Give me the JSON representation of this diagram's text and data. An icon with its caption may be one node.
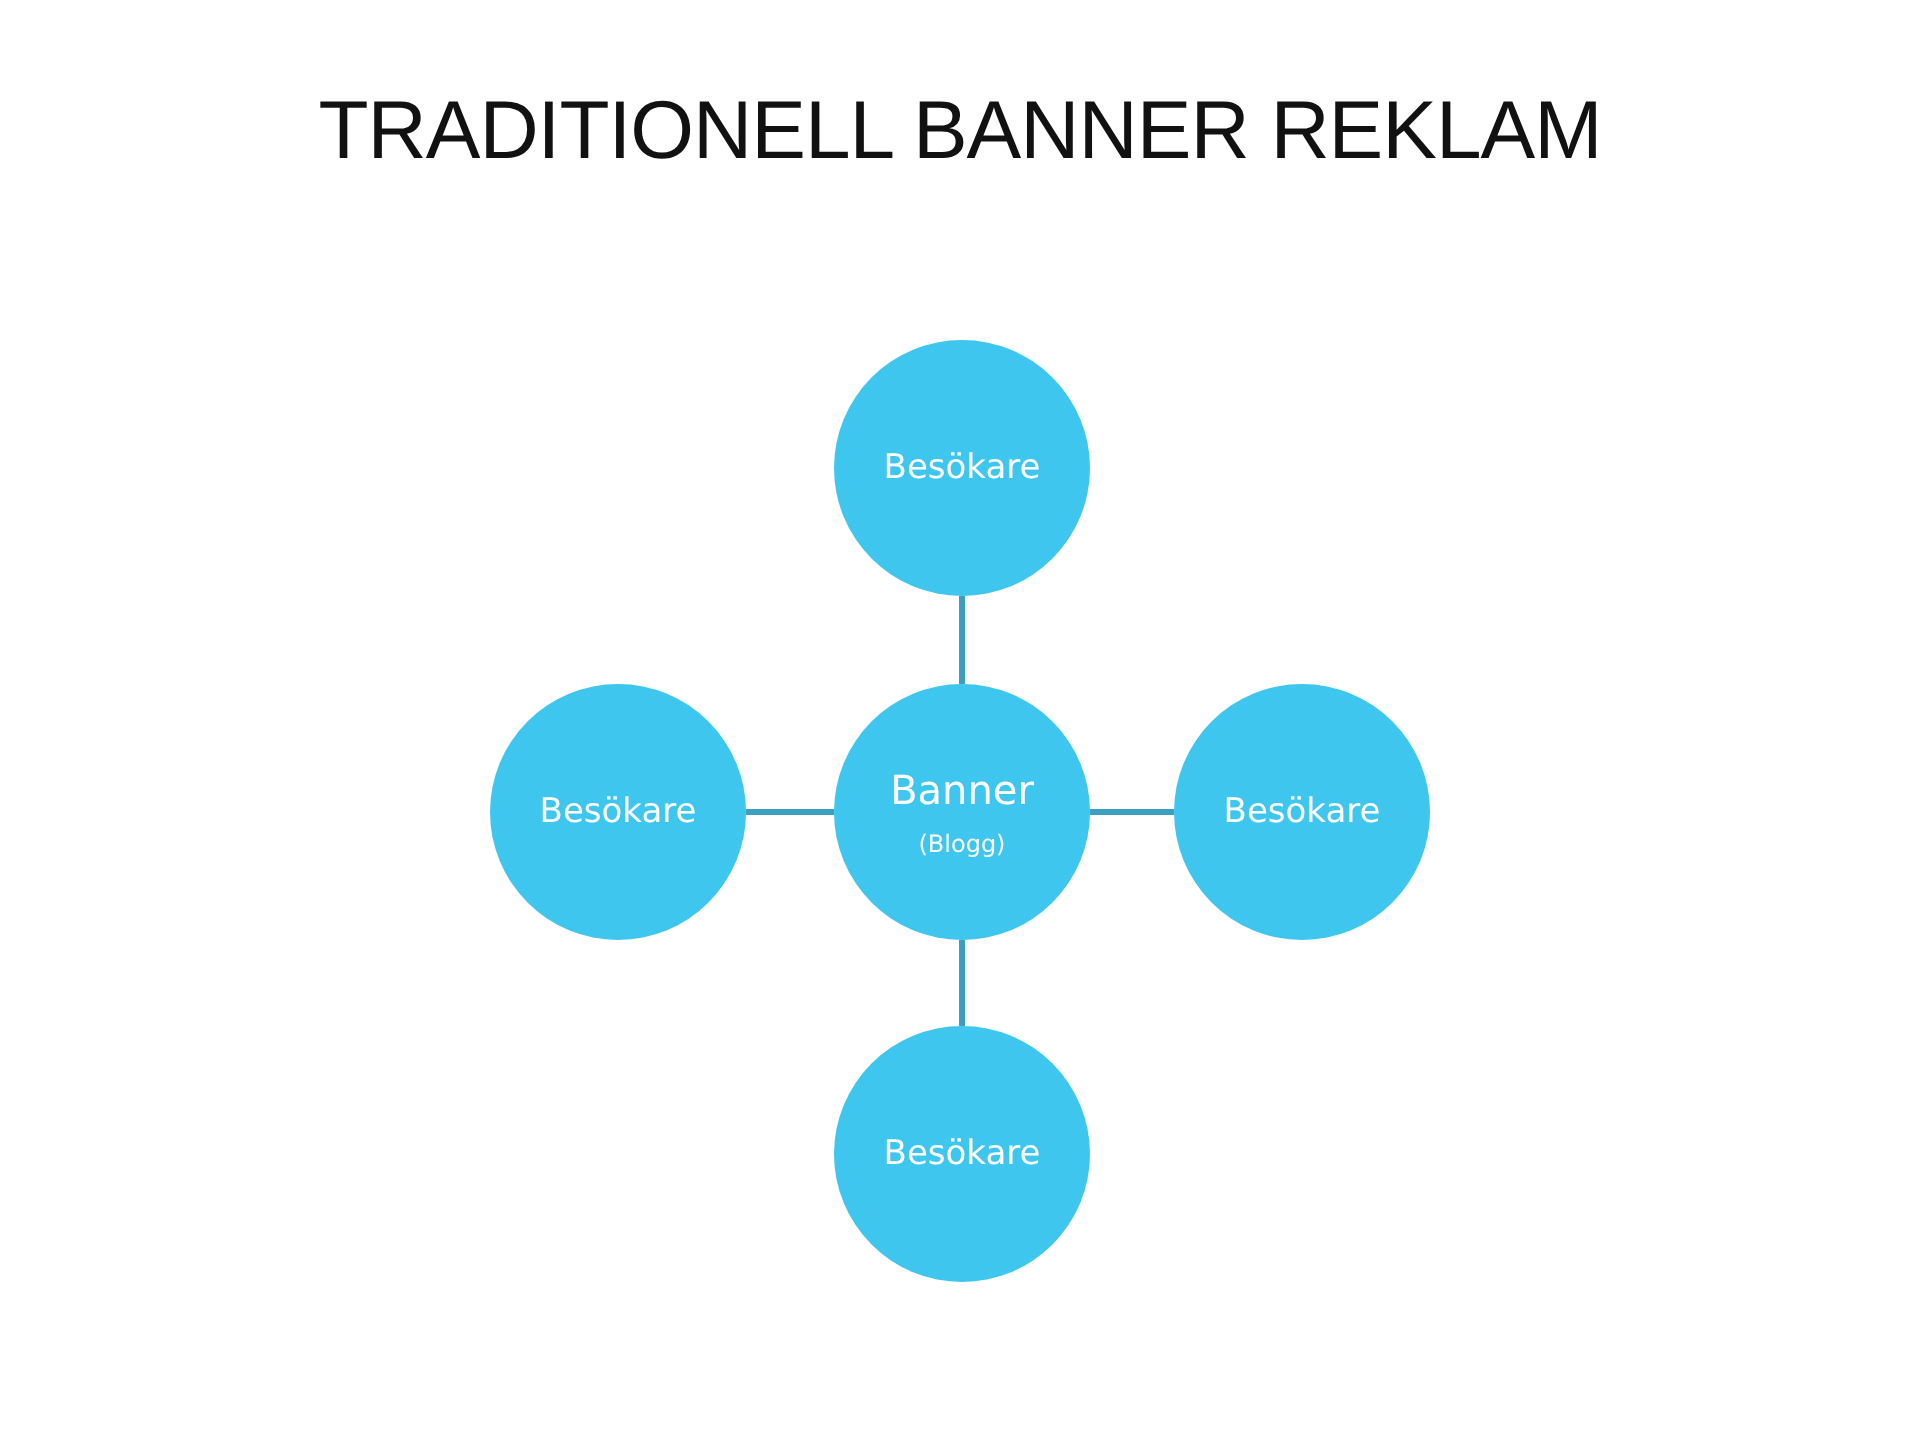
{
  "diagram": {
    "title": "TRADITIONELL BANNER REKLAM",
    "nodes": [
      {
        "text": [
          "Besökare"
        ]
      },
      {
        "text": [
          "Besökare"
        ]
      },
      {
        "text": [
          "Banner",
          "(Blogg)"
        ]
      },
      {
        "text": [
          "Besökare"
        ]
      },
      {
        "text": [
          "Besökare"
        ]
      }
    ],
    "edges": [
      {
        "from": 2,
        "to": 0,
        "arrow": "none"
      },
      {
        "from": 2,
        "to": 1,
        "arrow": "none"
      },
      {
        "from": 2,
        "to": 3,
        "arrow": "none"
      },
      {
        "from": 2,
        "to": 4,
        "arrow": "none"
      }
    ]
  }
}
